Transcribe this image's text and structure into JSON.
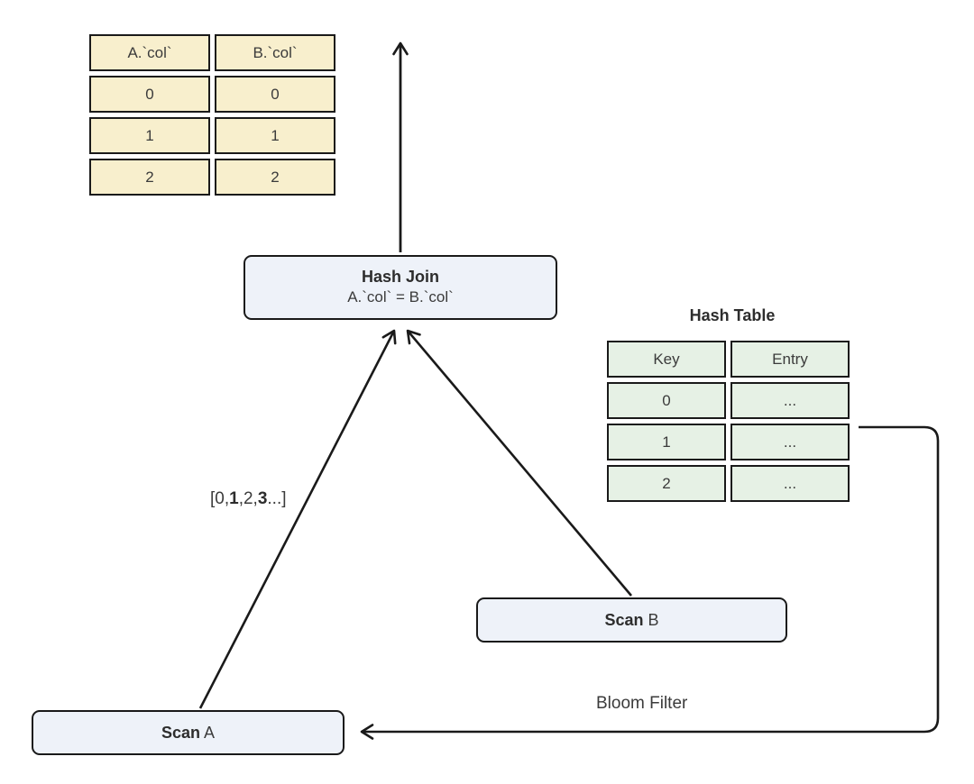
{
  "result_table": {
    "columns": [
      "A.`col`",
      "B.`col`"
    ],
    "rows": [
      [
        "0",
        "0"
      ],
      [
        "1",
        "1"
      ],
      [
        "2",
        "2"
      ]
    ]
  },
  "hash_join": {
    "title": "Hash Join",
    "condition": "A.`col` = B.`col`"
  },
  "hash_table": {
    "title": "Hash Table",
    "columns": [
      "Key",
      "Entry"
    ],
    "rows": [
      [
        "0",
        "..."
      ],
      [
        "1",
        "..."
      ],
      [
        "2",
        "..."
      ]
    ]
  },
  "scan_a": {
    "label_bold": "Scan",
    "label_rest": " A"
  },
  "scan_b": {
    "label_bold": "Scan",
    "label_rest": " B"
  },
  "labels": {
    "bloom_filter": "Bloom Filter",
    "join_values_segments": [
      {
        "text": "[0,"
      },
      {
        "text": "1"
      },
      {
        "text": ",2,"
      },
      {
        "text": "3"
      },
      {
        "text": "...]"
      }
    ]
  },
  "colors": {
    "result_table_fill": "#f8efcd",
    "hash_table_fill": "#e6f1e5",
    "node_fill": "#eef2f9",
    "line": "#1a1a1a",
    "text": "#3b3b3b"
  }
}
